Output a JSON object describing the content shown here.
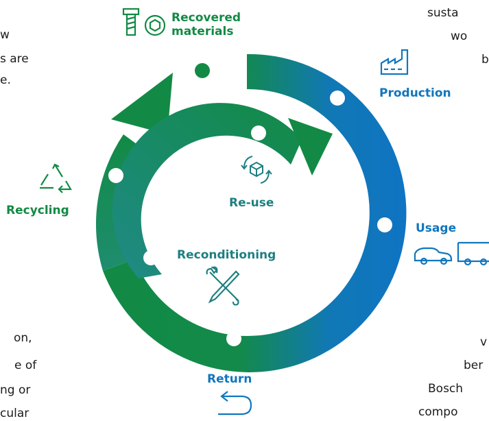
{
  "stages": {
    "recovered": {
      "label": "Recovered\nmaterials"
    },
    "production": {
      "label": "Production"
    },
    "usage": {
      "label": "Usage"
    },
    "return": {
      "label": "Return"
    },
    "reconditioning": {
      "label": "Reconditioning"
    },
    "reuse": {
      "label": "Re-use"
    },
    "recycling": {
      "label": "Recycling"
    }
  },
  "partial_text": {
    "top_left": [
      "w",
      "s are",
      "e."
    ],
    "top_right": [
      "susta",
      "wo",
      "b"
    ],
    "bottom_left": [
      "on,",
      "e of",
      "ng or",
      "cular"
    ],
    "bottom_right": [
      "v",
      "ber",
      "Bosch",
      "compo"
    ]
  },
  "colors": {
    "green": "#128a45",
    "blue": "#1176bd",
    "teal": "#1e7f80"
  },
  "icons": {
    "recovered": [
      "screw-icon",
      "nut-icon"
    ],
    "production": "factory-icon",
    "usage": [
      "car-icon",
      "truck-icon"
    ],
    "return": "return-arrow-icon",
    "reconditioning": "tools-icon",
    "reuse": "reuse-box-icon",
    "recycling": "recycle-icon"
  }
}
